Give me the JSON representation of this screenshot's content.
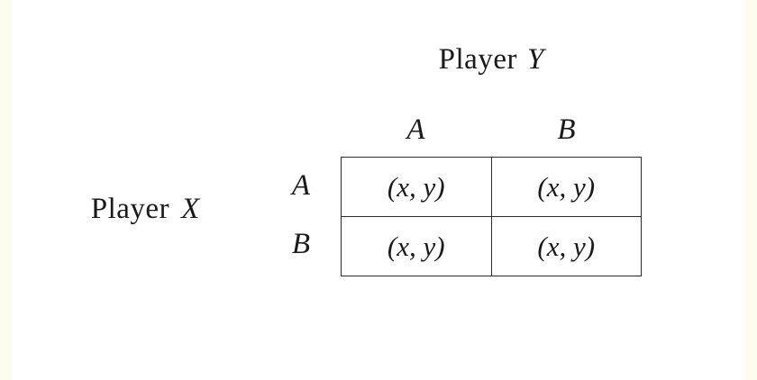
{
  "figure": {
    "kind": "payoff-matrix",
    "background_color": "#ffffff",
    "edge_tint_color": "#fdfdef",
    "border_color": "#2b2b2b",
    "text_color": "#1a1a1a"
  },
  "column_player": {
    "name": "Player",
    "symbol": "Y",
    "full_label": "Player Y"
  },
  "row_player": {
    "name": "Player",
    "symbol": "X",
    "full_label": "Player X"
  },
  "column_headers": [
    {
      "label": "A"
    },
    {
      "label": "B"
    }
  ],
  "row_headers": [
    {
      "label": "A"
    },
    {
      "label": "B"
    }
  ],
  "cells": [
    [
      {
        "payoff": "(x, y)"
      },
      {
        "payoff": "(x, y)"
      }
    ],
    [
      {
        "payoff": "(x, y)"
      },
      {
        "payoff": "(x, y)"
      }
    ]
  ]
}
